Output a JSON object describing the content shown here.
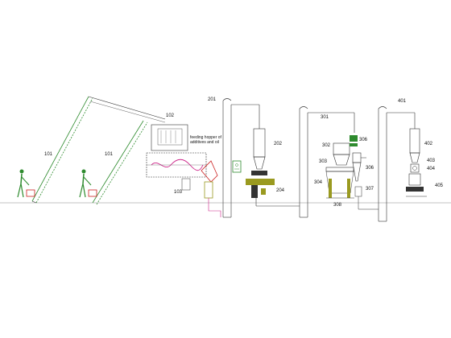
{
  "labels": {
    "l101a": "101",
    "l101b": "101",
    "l102": "102",
    "l103": "103",
    "feeding_note_line1": "feeding hopper of",
    "feeding_note_line2": "additives and oil",
    "l201": "201",
    "l202": "202",
    "l204": "204",
    "l301": "301",
    "l302": "302",
    "l303": "303",
    "l304": "304",
    "l306": "306",
    "l307": "307",
    "l308": "308",
    "l309": "308",
    "l401": "401",
    "l402": "402",
    "l403": "403",
    "l404": "404",
    "l405": "405"
  },
  "colors": {
    "line": "#333333",
    "conveyor": "#2e8b2e",
    "accent_red": "#cc2222",
    "accent_magenta": "#cc2288",
    "equipment_olive": "#9a9a20",
    "equipment_dark": "#333333",
    "worker": "#2e8b2e"
  }
}
